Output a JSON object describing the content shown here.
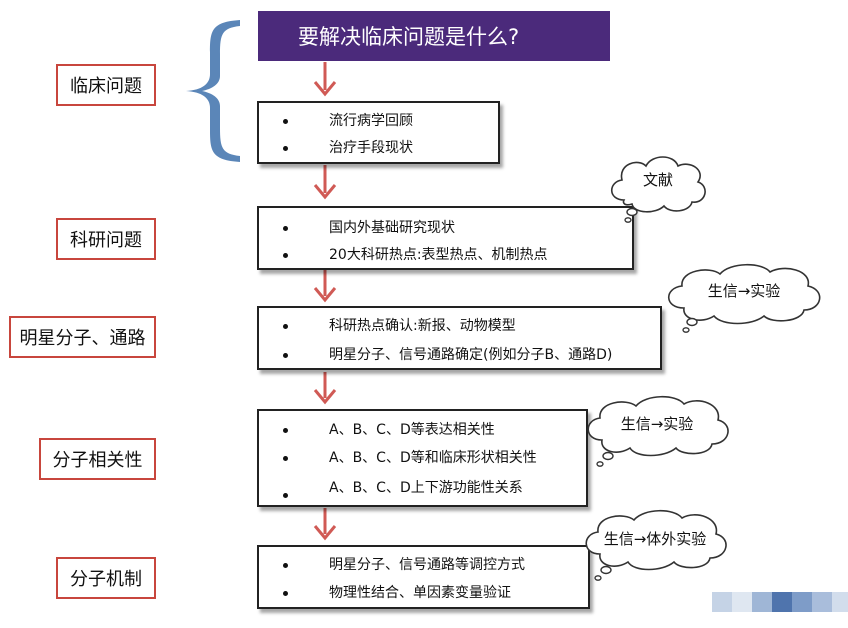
{
  "title": "要解决临床问题是什么?",
  "labels": [
    "临床问题",
    "科研问题",
    "明星分子、通路",
    "分子相关性",
    "分子机制"
  ],
  "boxes": [
    [
      "流行病学回顾",
      "治疗手段现状"
    ],
    [
      "国内外基础研究现状",
      "20大科研热点:表型热点、机制热点"
    ],
    [
      "科研热点确认:新报、动物模型",
      "明星分子、信号通路确定(例如分子B、通路D)"
    ],
    [
      "A、B、C、D等表达相关性",
      "A、B、C、D等和临床形状相关性",
      "A、B、C、D上下游功能性关系"
    ],
    [
      "明星分子、信号通路等调控方式",
      "物理性结合、单因素变量验证"
    ]
  ],
  "clouds": [
    "文献",
    "生信→实验",
    "生信→实验",
    "生信→体外实验"
  ],
  "colors": {
    "title_bg": "#4b2a7b",
    "label_border": "#c8463d",
    "arrow": "#d05a55",
    "brace": "#5b86b8"
  },
  "icons": [
    "curly-brace-icon",
    "down-arrow-icon",
    "thought-cloud-icon"
  ]
}
